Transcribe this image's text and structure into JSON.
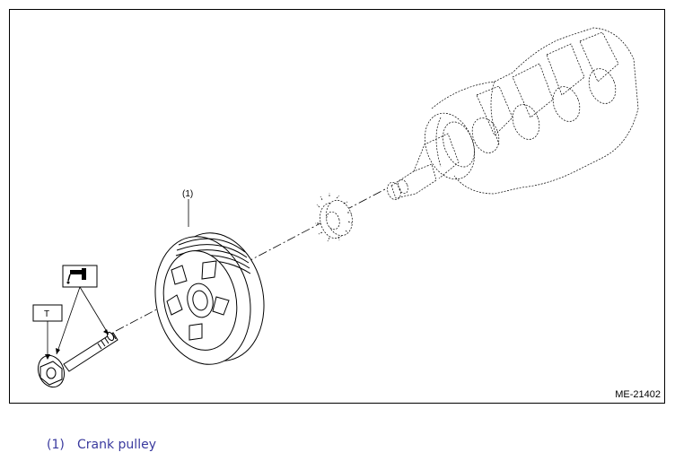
{
  "figure": {
    "code": "ME-21402",
    "callouts": {
      "pulley": "(1)",
      "torque": "T"
    },
    "icons": [
      "oil-can-icon",
      "torque-box"
    ]
  },
  "legend": {
    "items": [
      {
        "number": "(1)",
        "label": "Crank pulley"
      }
    ]
  },
  "colors": {
    "legend_text": "#3a3a9e",
    "line": "#000000"
  }
}
